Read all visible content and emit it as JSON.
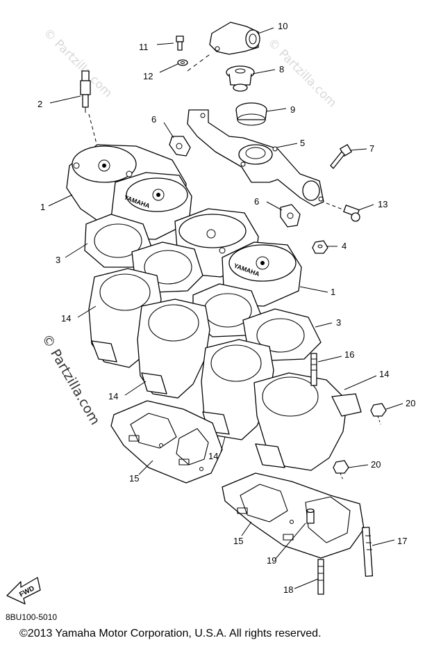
{
  "diagram_code": "8BU100-5010",
  "copyright": "©2013  Yamaha Motor Corporation, U.S.A. All rights reserved.",
  "watermark": "© Partzilla.com",
  "fwd_label": "FWD",
  "brand_mark": "YAMAHA",
  "callouts": [
    "1",
    "2",
    "3",
    "4",
    "5",
    "6",
    "7",
    "8",
    "9",
    "10",
    "11",
    "12",
    "13",
    "14",
    "15",
    "16",
    "17",
    "18",
    "19",
    "20"
  ],
  "colors": {
    "line": "#000000",
    "background": "#ffffff",
    "watermark": "#d8d8d8"
  }
}
